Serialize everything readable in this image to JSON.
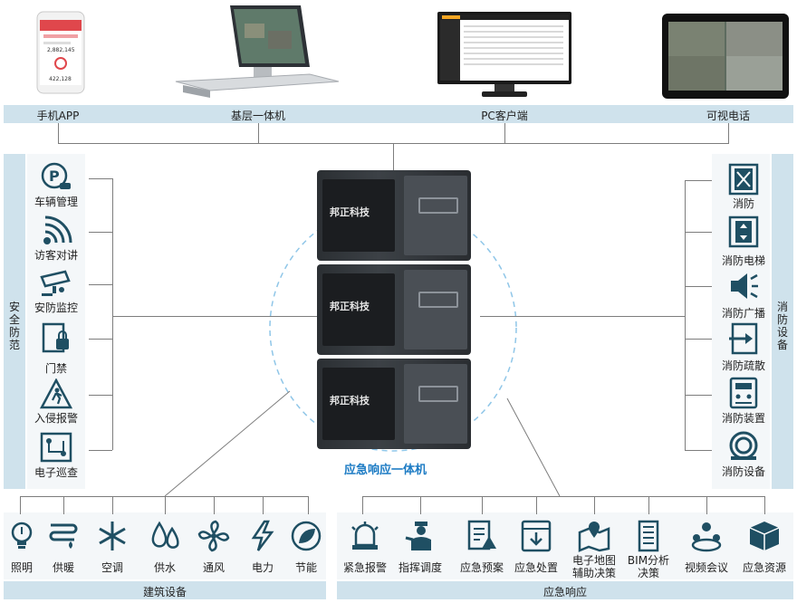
{
  "top": {
    "items": [
      {
        "label": "手机APP",
        "icon": "phone-icon"
      },
      {
        "label": "基层一体机",
        "icon": "kiosk-icon"
      },
      {
        "label": "PC客户端",
        "icon": "monitor-icon"
      },
      {
        "label": "可视电话",
        "icon": "tablet-icon"
      }
    ],
    "phone_values": [
      "2,882,145",
      "422,128"
    ]
  },
  "left": {
    "title": "安全防范",
    "items": [
      {
        "label": "车辆管理",
        "icon": "parking-car-icon"
      },
      {
        "label": "访客对讲",
        "icon": "intercom-signal-icon"
      },
      {
        "label": "安防监控",
        "icon": "cctv-camera-icon"
      },
      {
        "label": "门禁",
        "icon": "door-lock-icon"
      },
      {
        "label": "入侵报警",
        "icon": "intrusion-alarm-icon"
      },
      {
        "label": "电子巡查",
        "icon": "patrol-route-icon"
      }
    ]
  },
  "right": {
    "title": "消防设备",
    "items": [
      {
        "label": "消防",
        "icon": "fire-door-icon"
      },
      {
        "label": "消防电梯",
        "icon": "fire-elevator-icon"
      },
      {
        "label": "消防广播",
        "icon": "broadcast-speaker-icon"
      },
      {
        "label": "消防疏散",
        "icon": "evacuation-exit-icon"
      },
      {
        "label": "消防装置",
        "icon": "fire-panel-icon"
      },
      {
        "label": "消防设备",
        "icon": "fire-hose-icon"
      }
    ]
  },
  "center": {
    "label": "应急响应一体机",
    "brand": "邦正科技",
    "units": 3
  },
  "bottom_left": {
    "title": "建筑设备",
    "items": [
      {
        "label": "照明",
        "icon": "lightbulb-icon"
      },
      {
        "label": "供暖",
        "icon": "heating-icon"
      },
      {
        "label": "空调",
        "icon": "snowflake-icon"
      },
      {
        "label": "供水",
        "icon": "water-drop-icon"
      },
      {
        "label": "通风",
        "icon": "fan-icon"
      },
      {
        "label": "电力",
        "icon": "lightning-icon"
      },
      {
        "label": "节能",
        "icon": "leaf-icon"
      }
    ]
  },
  "bottom_right": {
    "title": "应急响应",
    "items": [
      {
        "label": "紧急报警",
        "icon": "siren-icon"
      },
      {
        "label": "指挥调度",
        "icon": "commander-icon"
      },
      {
        "label": "应急预案",
        "icon": "plan-document-icon"
      },
      {
        "label": "应急处置",
        "icon": "disposal-icon"
      },
      {
        "label": "电子地图\n辅助决策",
        "icon": "map-icon"
      },
      {
        "label": "BIM分析\n决策",
        "icon": "bim-building-icon"
      },
      {
        "label": "视频会议",
        "icon": "video-conference-icon"
      },
      {
        "label": "应急资源",
        "icon": "resource-box-icon"
      }
    ]
  },
  "colors": {
    "bar": "#cfe2ec",
    "icon": "#1f4f63",
    "accent": "#1c7bc4",
    "line": "#7d7d7d",
    "circle": "#8fc6e8"
  }
}
